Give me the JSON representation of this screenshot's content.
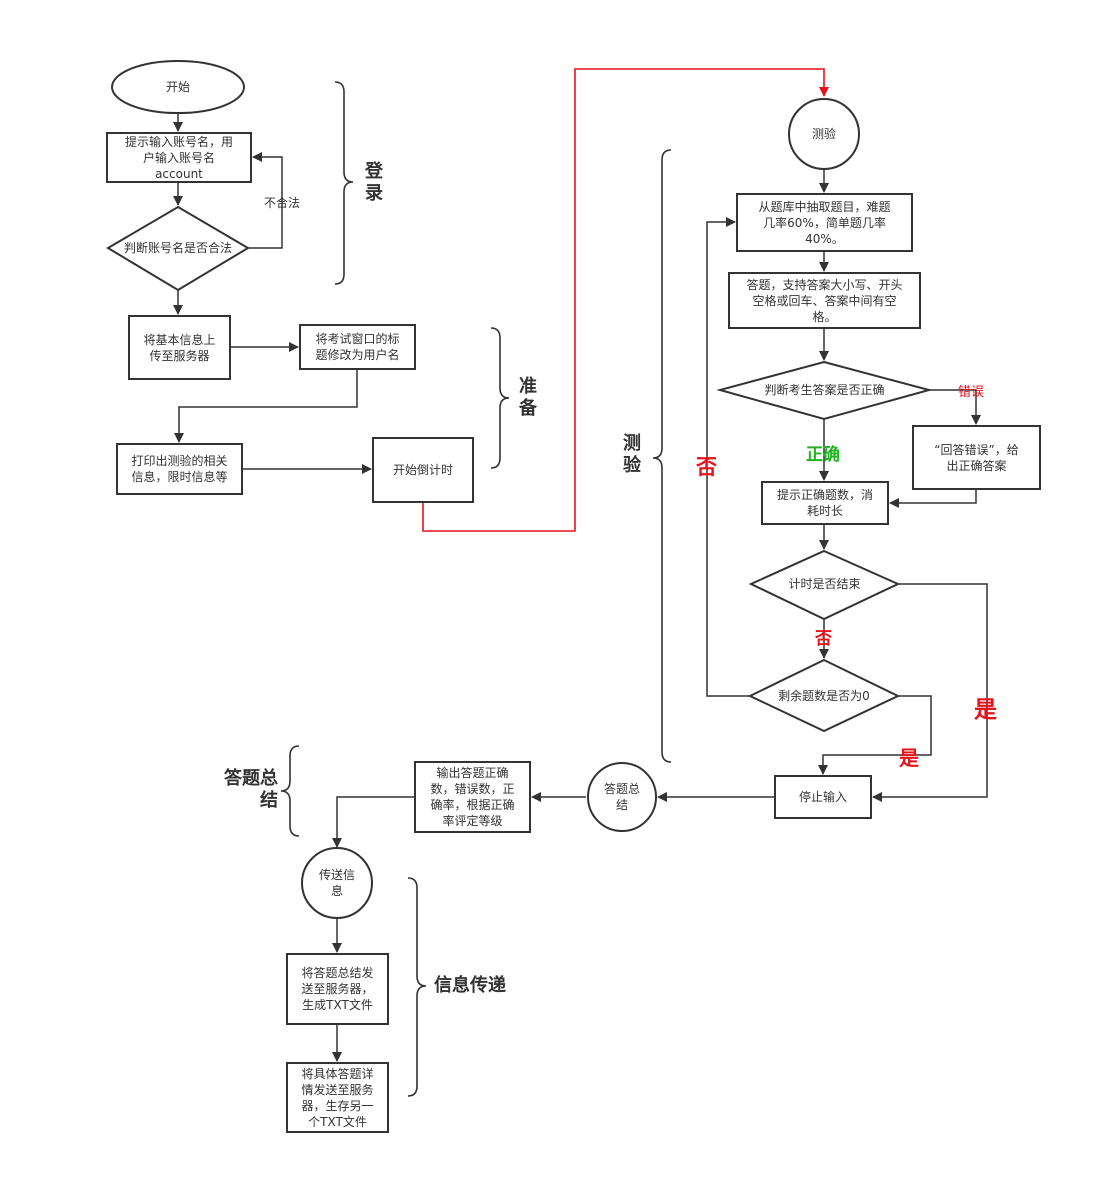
{
  "nodes": {
    "start": "开始",
    "prompt_account": "提示输入账号名，用\n户输入账号名\naccount",
    "check_account": "判断账号名是否合法",
    "upload_info": "将基本信息上\n传至服务器",
    "rename_window": "将考试窗口的标\n题修改为用户名",
    "print_info": "打印出测验的相关\n信息，限时信息等",
    "countdown": "开始倒计时",
    "quiz": "测验",
    "draw_question": "从题库中抽取题目，难题\n几率60%，简单题几率\n40%。",
    "answer": "答题，支持答案大小写、开头\n空格或回车、答案中间有空\n格。",
    "judge_answer": "判断考生答案是否正确",
    "wrong_feedback": "“回答错误”，给\n出正确答案",
    "show_correct": "提示正确题数，消\n耗时长",
    "time_over": "计时是否结束",
    "remaining_zero": "剩余题数是否为0",
    "stop_input": "停止输入",
    "summary": "答题总\n结",
    "output_stats": "输出答题正确\n数，错误数，正\n确率，根据正确\n率评定等级",
    "send_info": "传送信\n息",
    "send_summary": "将答题总结发\n送至服务器，\n生成TXT文件",
    "send_detail": "将具体答题详\n情发送至服务\n器，生存另一\n个TXT文件"
  },
  "edge_labels": {
    "illegal": "不合法",
    "wrong": "错误",
    "correct": "正确",
    "no_loop": "否",
    "time_no": "否",
    "time_yes": "是",
    "remaining_yes": "是"
  },
  "sections": {
    "login": "登\n录",
    "prepare": "准\n备",
    "quiz": "测\n验",
    "summary": "答题总\n结",
    "transfer": "信息传递"
  },
  "colors": {
    "stroke": "#333333",
    "highlight_red": "#e8131a",
    "correct_green": "#22b322"
  }
}
